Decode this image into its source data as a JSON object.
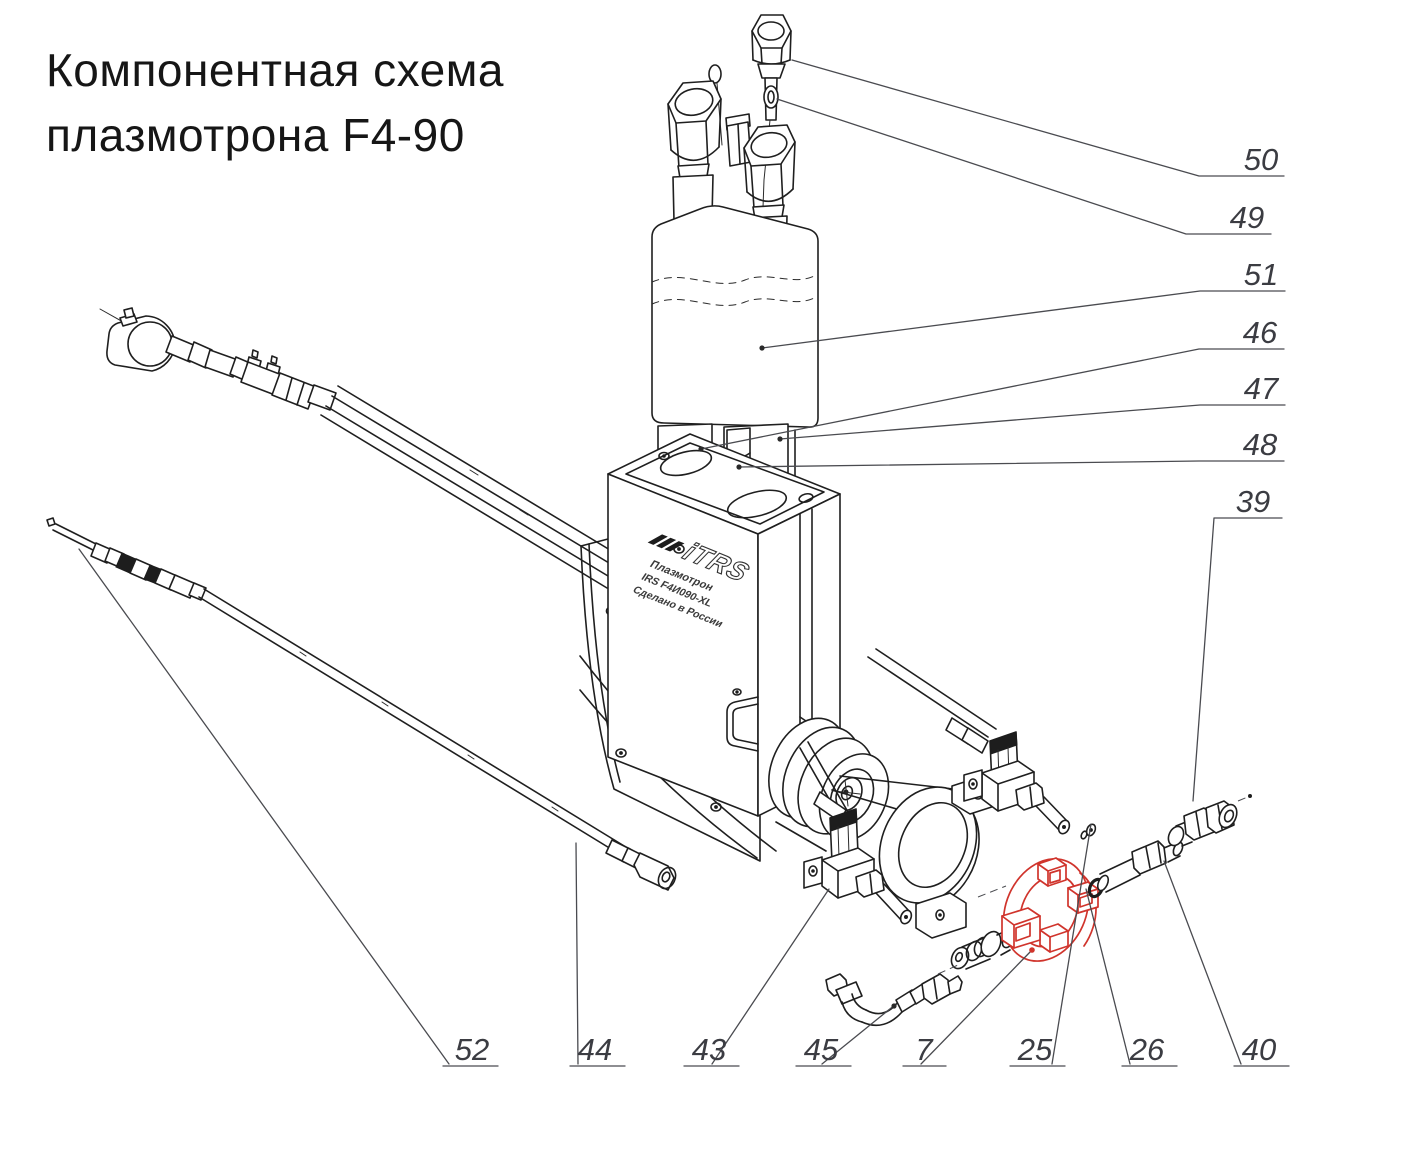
{
  "title": {
    "line1": "Компонентная схема",
    "line2": "плазмотрона F4-90"
  },
  "device_label": {
    "logo": "iTRS",
    "line1": "Плазмотрон",
    "line2": "IRS F4И090-XL",
    "line3": "Сделано в России"
  },
  "part_labels": {
    "p7": "7",
    "p25": "25",
    "p26": "26",
    "p39": "39",
    "p40": "40",
    "p43": "43",
    "p44": "44",
    "p45": "45",
    "p46": "46",
    "p47": "47",
    "p48": "48",
    "p49": "49",
    "p50": "50",
    "p51": "51",
    "p52": "52"
  },
  "colors": {
    "line": "#1f1f1f",
    "label": "#3b3c42",
    "leader": "#4a4b50",
    "highlight": "#d0342c",
    "background": "#ffffff"
  }
}
